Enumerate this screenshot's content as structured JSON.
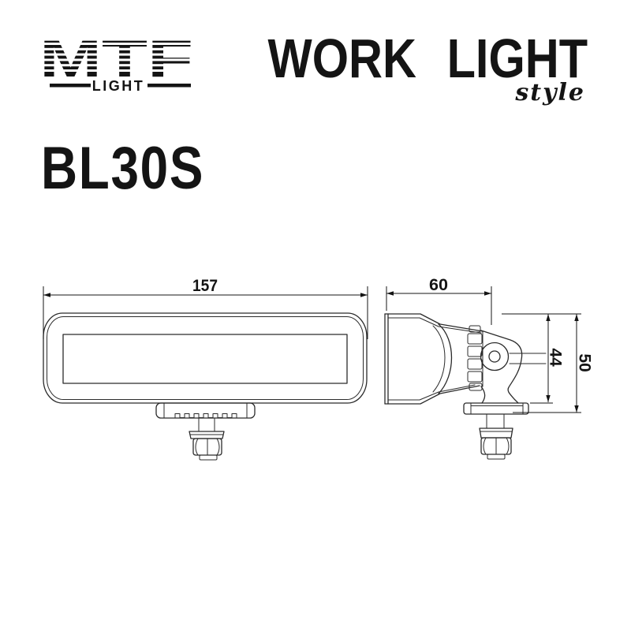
{
  "brand": {
    "name": "MTF",
    "subtitle": "LIGHT"
  },
  "header": {
    "title": "WORK LIGHT",
    "tagline": "style"
  },
  "model": "BL30S",
  "drawing": {
    "front_width_mm": "157",
    "side_depth_mm": "60",
    "side_height_body_mm": "44",
    "side_height_total_mm": "50"
  },
  "colors": {
    "ink": "#141414",
    "line": "#2b2b2b",
    "background": "#ffffff"
  }
}
